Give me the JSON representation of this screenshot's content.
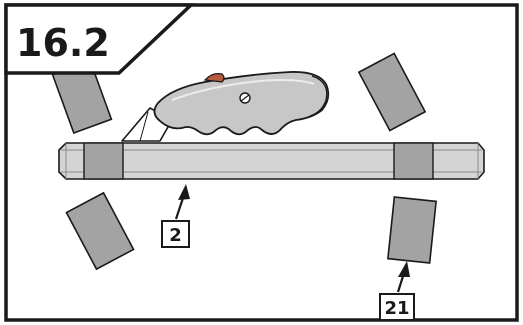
{
  "step": {
    "number": "16.2"
  },
  "callouts": [
    {
      "id": "tube",
      "label": "2"
    },
    {
      "id": "pad",
      "label": "21"
    }
  ],
  "colors": {
    "frame": "#1a1a1a",
    "pad_fill": "#a3a3a3",
    "tube_fill": "#d4d4d4",
    "tube_highlight": "#e9e9e9",
    "knife_body": "#c7c7c7",
    "knife_button": "#b55a3c",
    "background": "#ffffff"
  },
  "icons": [
    "utility-knife-icon"
  ]
}
